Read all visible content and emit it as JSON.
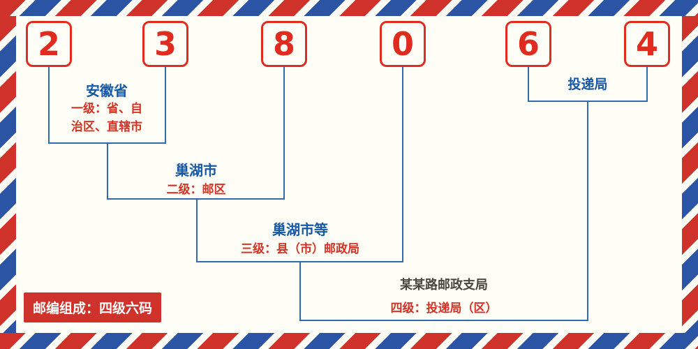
{
  "postal_code": {
    "digits": [
      "2",
      "3",
      "8",
      "0",
      "6",
      "4"
    ]
  },
  "annotations": {
    "level1": {
      "name": "安徽省",
      "desc_line1": "一级：省、自",
      "desc_line2": "治区、直辖市"
    },
    "level2": {
      "name": "巢湖市",
      "desc": "二级：邮区"
    },
    "level3": {
      "name": "巢湖市等",
      "desc": "三级：县（市）邮政局"
    },
    "level4": {
      "name": "投递局",
      "branch": "某某路邮政支局",
      "desc": "四级：投递局（区）"
    }
  },
  "footer": {
    "composition_label": "邮编组成：四级六码"
  },
  "colors": {
    "digit_red": "#e02b20",
    "label_blue": "#1558a7",
    "desc_red": "#d43325",
    "branch_dark": "#474740",
    "line_blue": "#2f6bb0",
    "stripe_red": "#ce322a",
    "stripe_blue": "#2b55a4",
    "background": "#fffef6"
  }
}
